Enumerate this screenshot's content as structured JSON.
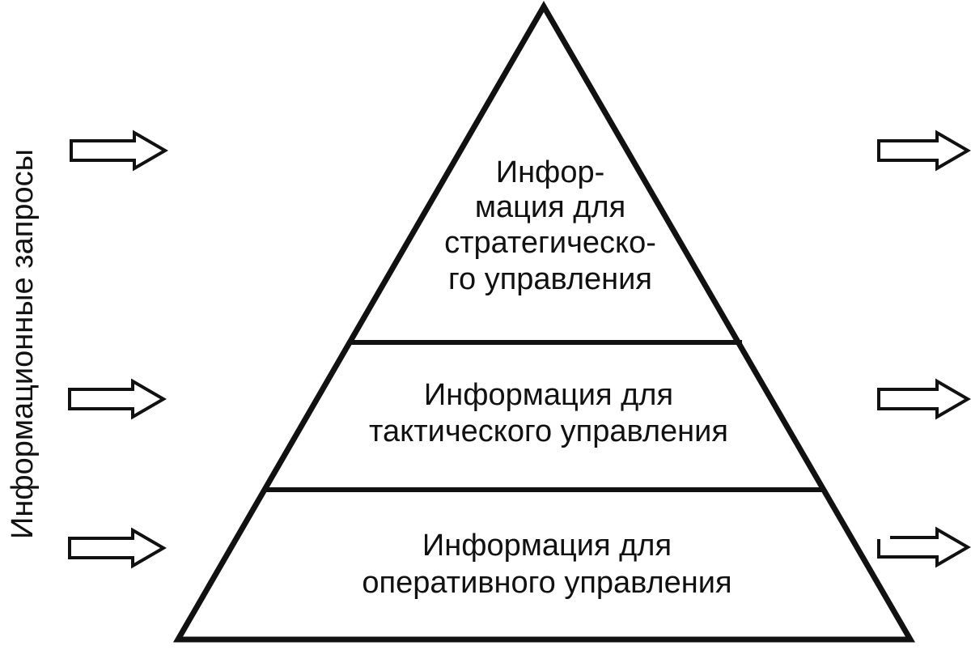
{
  "diagram": {
    "side_label": "Информационные запросы",
    "levels": [
      {
        "id": "strategic",
        "lines": [
          "Инфор-",
          "мация для",
          "стратегическо-",
          "го управления"
        ]
      },
      {
        "id": "tactical",
        "lines": [
          "Информация для",
          "тактического управления"
        ]
      },
      {
        "id": "operational",
        "lines": [
          "Информация для",
          "оперативного управления"
        ]
      }
    ],
    "colors": {
      "stroke": "#111111",
      "background": "#ffffff"
    },
    "arrow_icon": "hollow-right-arrow-icon"
  }
}
